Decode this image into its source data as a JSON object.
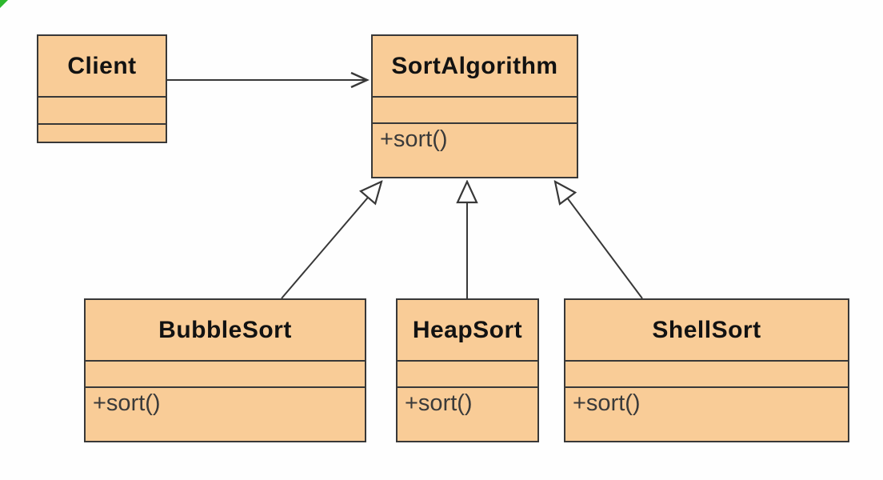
{
  "classes": {
    "client": {
      "name": "Client",
      "attributes": "",
      "methods": ""
    },
    "sortAlgorithm": {
      "name": "SortAlgorithm",
      "attributes": "",
      "methods": "+sort()"
    },
    "bubbleSort": {
      "name": "BubbleSort",
      "attributes": "",
      "methods": "+sort()"
    },
    "heapSort": {
      "name": "HeapSort",
      "attributes": "",
      "methods": "+sort()"
    },
    "shellSort": {
      "name": "ShellSort",
      "attributes": "",
      "methods": "+sort()"
    }
  },
  "relationships": [
    {
      "type": "association",
      "from": "Client",
      "to": "SortAlgorithm",
      "arrow": "open-arrow"
    },
    {
      "type": "generalization",
      "from": "BubbleSort",
      "to": "SortAlgorithm",
      "arrow": "hollow-triangle"
    },
    {
      "type": "generalization",
      "from": "HeapSort",
      "to": "SortAlgorithm",
      "arrow": "hollow-triangle"
    },
    {
      "type": "generalization",
      "from": "ShellSort",
      "to": "SortAlgorithm",
      "arrow": "hollow-triangle"
    }
  ],
  "colors": {
    "class_fill": "#F9CC97",
    "class_border": "#383838",
    "connector": "#383838",
    "title_text": "#121212",
    "method_text": "#3A3A3A",
    "background": "#FEFEFE",
    "corner_mark": "#2DB82D"
  }
}
